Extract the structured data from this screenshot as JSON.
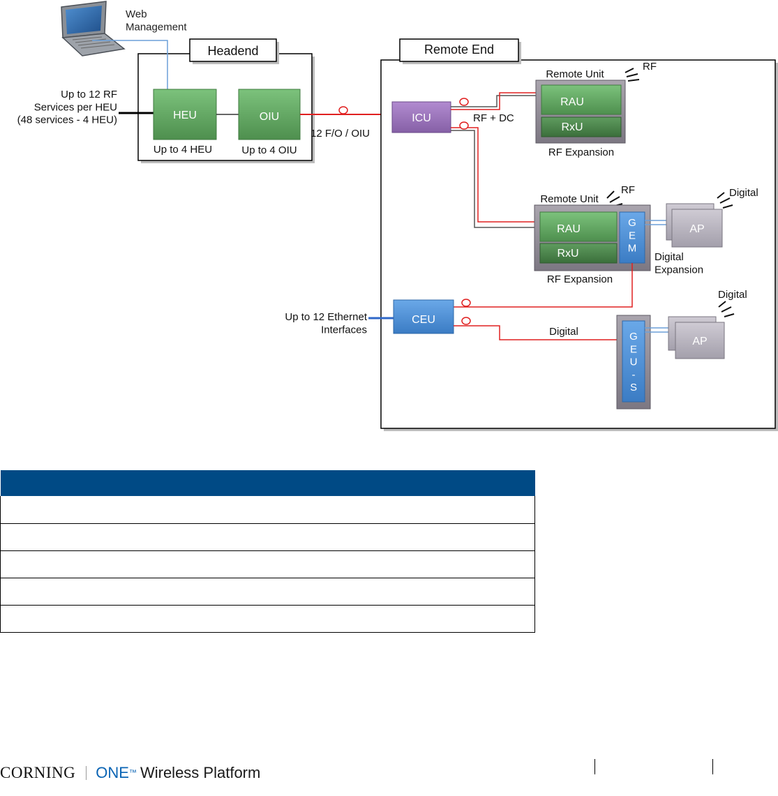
{
  "diagram": {
    "web_management": "Web\nManagement",
    "headend": "Headend",
    "remote_end": "Remote End",
    "rf_services": "Up to 12 RF\nServices per HEU\n(48 services - 4 HEU)",
    "heu": "HEU",
    "oiu": "OIU",
    "up_to_4_heu": "Up to 4 HEU",
    "up_to_4_oiu": "Up to 4 OIU",
    "fiber_label": "12 F/O / OIU",
    "icu": "ICU",
    "rf_dc": "RF + DC",
    "remote_unit_1": "Remote Unit",
    "rf_1": "RF",
    "rau_1": "RAU",
    "rxu_1": "RxU",
    "rf_expansion_1": "RF Expansion",
    "remote_unit_2": "Remote Unit",
    "rf_2": "RF",
    "rau_2": "RAU",
    "rxu_2": "RxU",
    "gem": "G\nE\nM",
    "digital_expansion": "Digital\nExpansion",
    "rf_expansion_2": "RF Expansion",
    "digital_top": "Digital",
    "ap_top": "AP",
    "ethernet": "Up to 12 Ethernet\nInterfaces",
    "ceu": "CEU",
    "digital_link": "Digital",
    "geu_s": "G\nE\nU\n-\nS",
    "digital_bottom": "Digital",
    "ap_bottom": "AP"
  },
  "table": {
    "header": "",
    "rows": [
      "",
      "",
      "",
      "",
      ""
    ]
  },
  "footer": {
    "corning": "CORNING",
    "one": "ONE",
    "tm": "™",
    "platform": "Wireless Platform"
  },
  "colors": {
    "green_box": "#5ba05b",
    "purple_box": "#9a6fb8",
    "blue_box": "#4a90d9",
    "grey_box": "#b5b0bc",
    "fiber_red": "#e02020",
    "table_header": "#004a85",
    "one_blue": "#0a64b4"
  }
}
